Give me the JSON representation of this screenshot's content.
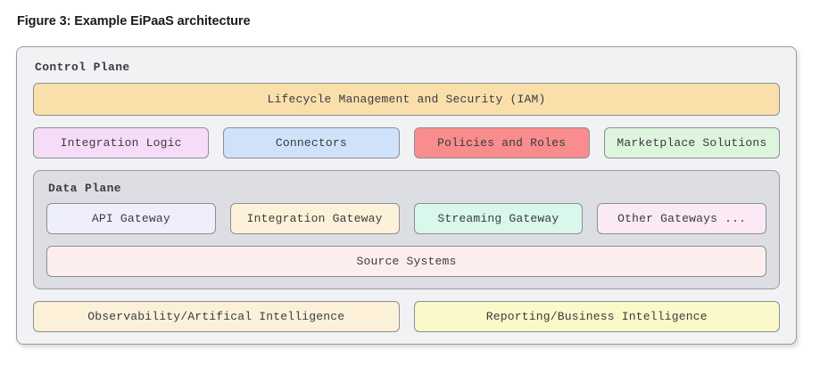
{
  "figure": {
    "caption": "Figure 3: Example EiPaaS architecture"
  },
  "diagram": {
    "control_plane": {
      "label": "Control Plane",
      "banner": {
        "text": "Lifecycle Management and Security (IAM)",
        "fill": "#fadfab",
        "border": "#8e8e96"
      },
      "tiles": [
        {
          "text": "Integration Logic",
          "fill": "#f5ddf8",
          "border": "#8e8e96"
        },
        {
          "text": "Connectors",
          "fill": "#cfe2f9",
          "border": "#8e8e96"
        },
        {
          "text": "Policies and Roles",
          "fill": "#f98c8c",
          "border": "#8e8e96"
        },
        {
          "text": "Marketplace Solutions",
          "fill": "#ddf5dd",
          "border": "#8e8e96"
        }
      ]
    },
    "data_plane": {
      "label": "Data Plane",
      "gateways": [
        {
          "text": "API Gateway",
          "fill": "#eeeffb",
          "border": "#8e8e96"
        },
        {
          "text": "Integration Gateway",
          "fill": "#fdf2d9",
          "border": "#8e8e96"
        },
        {
          "text": "Streaming Gateway",
          "fill": "#d9f7ea",
          "border": "#8e8e96"
        },
        {
          "text": "Other Gateways ...",
          "fill": "#fbe9f6",
          "border": "#8e8e96"
        }
      ],
      "source_systems": {
        "text": "Source Systems",
        "fill": "#fdeeee",
        "border": "#8e8e96"
      }
    },
    "bottom": [
      {
        "text": "Observability/Artifical Intelligence",
        "fill": "#fdf0d9",
        "border": "#8e8e96"
      },
      {
        "text": "Reporting/Business Intelligence",
        "fill": "#f9f9c9",
        "border": "#8e8e96"
      }
    ]
  },
  "colors": {
    "page_background": "#ffffff",
    "control_plane_panel": "#f1f2f4",
    "data_plane_panel": "#dcdee3",
    "panel_border": "#9a9aa1",
    "text": "#3b3b40",
    "caption_text": "#1b1b1f"
  }
}
